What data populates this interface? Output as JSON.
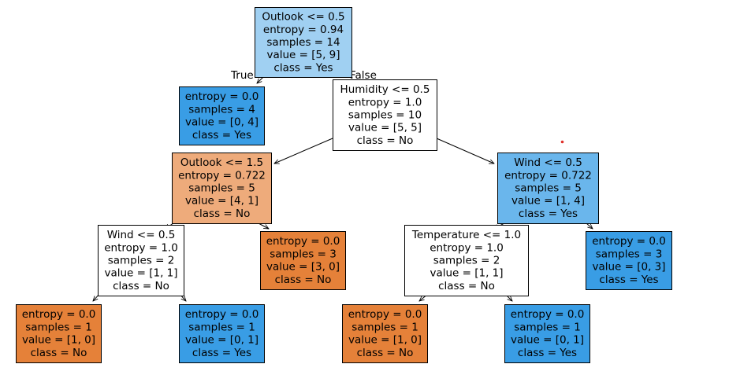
{
  "diagram": {
    "type": "decision-tree",
    "edge_labels": {
      "true_label": "True",
      "false_label": "False"
    },
    "colors": {
      "orange_strong": "#e58139",
      "orange_light": "#eeab7b",
      "blue_light": "#a0d0f2",
      "blue_mid": "#6ab6ec",
      "blue_strong": "#399de5",
      "white": "#ffffff",
      "marker_red": "#e0302a"
    },
    "nodes": [
      {
        "id": "n0",
        "lines": [
          "Outlook <= 0.5",
          "entropy = 0.94",
          "samples = 14",
          "value = [5, 9]",
          "class = Yes"
        ],
        "fill": "#a0d0f2"
      },
      {
        "id": "n1",
        "lines": [
          "entropy = 0.0",
          "samples = 4",
          "value = [0, 4]",
          "class = Yes"
        ],
        "fill": "#399de5"
      },
      {
        "id": "n2",
        "lines": [
          "Humidity <= 0.5",
          "entropy = 1.0",
          "samples = 10",
          "value = [5, 5]",
          "class = No"
        ],
        "fill": "#ffffff"
      },
      {
        "id": "n3",
        "lines": [
          "Outlook <= 1.5",
          "entropy = 0.722",
          "samples = 5",
          "value = [4, 1]",
          "class = No"
        ],
        "fill": "#eeab7b"
      },
      {
        "id": "n4",
        "lines": [
          "Wind <= 0.5",
          "entropy = 0.722",
          "samples = 5",
          "value = [1, 4]",
          "class = Yes"
        ],
        "fill": "#6ab6ec"
      },
      {
        "id": "n5",
        "lines": [
          "Wind <= 0.5",
          "entropy = 1.0",
          "samples = 2",
          "value = [1, 1]",
          "class = No"
        ],
        "fill": "#ffffff"
      },
      {
        "id": "n6",
        "lines": [
          "entropy = 0.0",
          "samples = 3",
          "value = [3, 0]",
          "class = No"
        ],
        "fill": "#e58139"
      },
      {
        "id": "n7",
        "lines": [
          "Temperature <= 1.0",
          "entropy = 1.0",
          "samples = 2",
          "value = [1, 1]",
          "class = No"
        ],
        "fill": "#ffffff"
      },
      {
        "id": "n8",
        "lines": [
          "entropy = 0.0",
          "samples = 3",
          "value = [0, 3]",
          "class = Yes"
        ],
        "fill": "#399de5"
      },
      {
        "id": "n9",
        "lines": [
          "entropy = 0.0",
          "samples = 1",
          "value = [1, 0]",
          "class = No"
        ],
        "fill": "#e58139"
      },
      {
        "id": "n10",
        "lines": [
          "entropy = 0.0",
          "samples = 1",
          "value = [0, 1]",
          "class = Yes"
        ],
        "fill": "#399de5"
      },
      {
        "id": "n11",
        "lines": [
          "entropy = 0.0",
          "samples = 1",
          "value = [1, 0]",
          "class = No"
        ],
        "fill": "#e58139"
      },
      {
        "id": "n12",
        "lines": [
          "entropy = 0.0",
          "samples = 1",
          "value = [0, 1]",
          "class = Yes"
        ],
        "fill": "#399de5"
      }
    ],
    "edges": [
      {
        "from": "n0",
        "to": "n1"
      },
      {
        "from": "n0",
        "to": "n2"
      },
      {
        "from": "n2",
        "to": "n3"
      },
      {
        "from": "n2",
        "to": "n4"
      },
      {
        "from": "n3",
        "to": "n5"
      },
      {
        "from": "n3",
        "to": "n6"
      },
      {
        "from": "n4",
        "to": "n7"
      },
      {
        "from": "n4",
        "to": "n8"
      },
      {
        "from": "n5",
        "to": "n9"
      },
      {
        "from": "n5",
        "to": "n10"
      },
      {
        "from": "n7",
        "to": "n11"
      },
      {
        "from": "n7",
        "to": "n12"
      }
    ]
  }
}
